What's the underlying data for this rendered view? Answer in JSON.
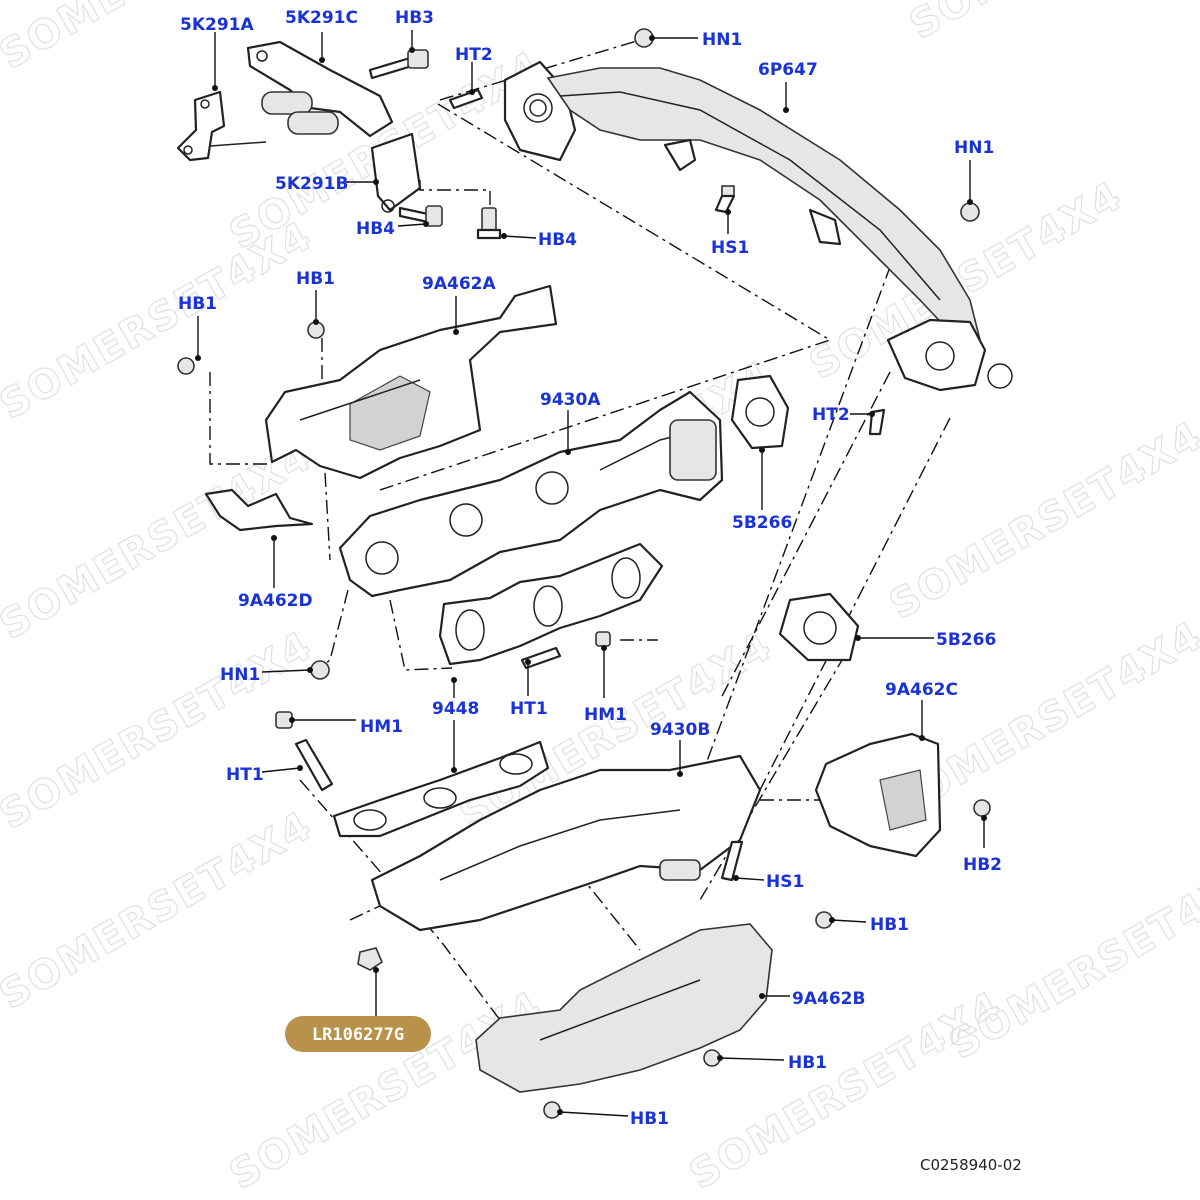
{
  "watermark": "SOMERSET4X4",
  "drawing_ref": "C0258940-02",
  "highlight_part": "LR106277G",
  "colors": {
    "label": "#1a33d6",
    "badge": "#b8924a"
  },
  "labels": {
    "l_5k291a": "5K291A",
    "l_5k291c": "5K291C",
    "l_hb3": "HB3",
    "l_ht2_top": "HT2",
    "l_hn1_top": "HN1",
    "l_6p647": "6P647",
    "l_hn1_right": "HN1",
    "l_5k291b": "5K291B",
    "l_hb4_left": "HB4",
    "l_hb4_right": "HB4",
    "l_hs1_top": "HS1",
    "l_hb1_a": "HB1",
    "l_hb1_b": "HB1",
    "l_9a462a": "9A462A",
    "l_9430a": "9430A",
    "l_ht2_mid": "HT2",
    "l_5b266_a": "5B266",
    "l_9a462d": "9A462D",
    "l_5b266_b": "5B266",
    "l_hn1_left": "HN1",
    "l_9448": "9448",
    "l_ht1_a": "HT1",
    "l_hm1_a": "HM1",
    "l_hm1_b": "HM1",
    "l_9430b": "9430B",
    "l_9a462c": "9A462C",
    "l_ht1_b": "HT1",
    "l_hb2": "HB2",
    "l_hs1_bot": "HS1",
    "l_hb1_c": "HB1",
    "l_9a462b": "9A462B",
    "l_hb1_d": "HB1",
    "l_hb1_e": "HB1"
  }
}
